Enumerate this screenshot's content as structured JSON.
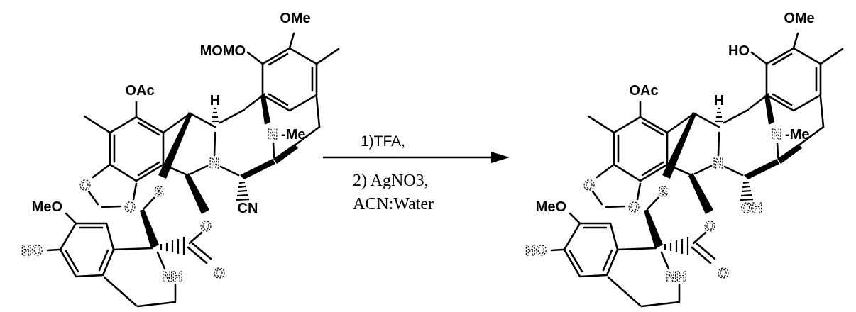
{
  "scheme": {
    "reactant": {
      "labels": {
        "top_methoxy": "OMe",
        "phenol": "MOMO",
        "acetate": "OAc",
        "stereo_h": "H",
        "bridge_n": "N",
        "n_methyl": "-Me",
        "ring_n": "N",
        "c21_group": "CN",
        "sulfur": "S",
        "ester_o": "O",
        "carbonyl_o": "O",
        "dioxole_o_left": "O",
        "dioxole_o_right": "O",
        "bottom_methoxy": "MeO",
        "bottom_phenol": "HO",
        "amine_nh": "NH"
      }
    },
    "conditions": {
      "step1": "1)TFA,",
      "step2": "2) AgNO3,",
      "solvent": "ACN:Water"
    },
    "product": {
      "labels": {
        "top_methoxy": "OMe",
        "phenol": "HO",
        "acetate": "OAc",
        "stereo_h": "H",
        "bridge_n": "N",
        "n_methyl": "-Me",
        "ring_n": "N",
        "c21_group": "OH",
        "sulfur": "S",
        "ester_o": "O",
        "carbonyl_o": "O",
        "dioxole_o_left": "O",
        "dioxole_o_right": "O",
        "bottom_methoxy": "MeO",
        "bottom_phenol": "HO",
        "amine_nh": "NH"
      }
    }
  },
  "colors": {
    "ink": "#000000",
    "background": "#ffffff"
  }
}
